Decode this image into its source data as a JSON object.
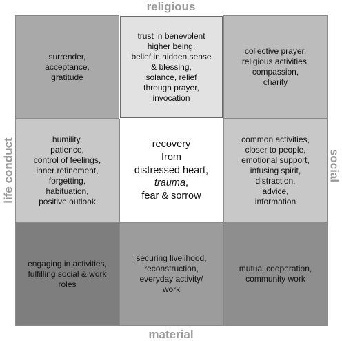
{
  "axes": {
    "top": "religious",
    "bottom": "material",
    "left": "life conduct",
    "right": "social"
  },
  "cells": {
    "top_left": "surrender,\nacceptance,\ngratitude",
    "top_center": "trust in benevolent\nhigher being,\nbelief in hidden sense\n& blessing,\nsolance, relief\nthrough prayer,\ninvocation",
    "top_right": "collective prayer,\nreligious activities,\ncompassion,\ncharity",
    "middle_left": "humility,\npatience,\ncontrol of feelings,\ninner refinement,\nforgetting,\nhabituation,\npositive outlook",
    "center": {
      "line1": "recovery\nfrom\ndistressed heart,",
      "trauma": "trauma",
      "trauma_suffix": ",",
      "line3": "fear & sorrow"
    },
    "middle_right": "common activities,\ncloser to people,\nemotional support,\ninfusing spirit,\ndistraction,\nadvice,\ninformation",
    "bottom_left": "engaging in activities,\nfulfilling social & work\nroles",
    "bottom_center": "securing livelihood,\nreconstruction,\neveryday activity/\nwork",
    "bottom_right": "mutual cooperation,\ncommunity work"
  },
  "colors": {
    "axis_label": "#9a9a9a",
    "top_left": "#a9a9a9",
    "top_center": "#e2e2e2",
    "top_right": "#bcbcbc",
    "middle_left": "#c8c8c8",
    "center": "#ffffff",
    "middle_right": "#c8c8c8",
    "bottom_left": "#7e7e7e",
    "bottom_center": "#9c9c9c",
    "bottom_right": "#8e8e8e"
  }
}
